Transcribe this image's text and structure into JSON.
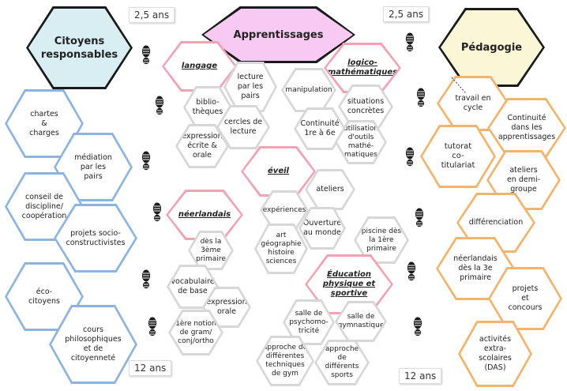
{
  "ages": {
    "left_top": "2,5 ans",
    "right_top": "2,5 ans",
    "left_bottom": "12 ans",
    "right_bottom": "12 ans"
  },
  "headers": {
    "citoyens": "Citoyens responsables",
    "apprentissages": "Apprentissages",
    "pedagogie": "Pédagogie"
  },
  "citoyens_items": {
    "chartes": "chartes & charges",
    "mediation": "médiation par les pairs",
    "conseil": "conseil de discipline/ coopération",
    "projets": "projets socio-constructivistes",
    "eco": "éco-citoyens",
    "cours": "cours philosophiques et de citoyenneté"
  },
  "apprentissages": {
    "langage": {
      "label": "langage",
      "lecture": "lecture par les pairs",
      "bibliotheques": "biblio-thèques",
      "cercles": "cercles de lecture",
      "expression": "expression écrite & orale"
    },
    "logico": {
      "label": "logico-mathématiques",
      "manipulation": "manipulation",
      "situations": "situations concrètes",
      "continuite": "Continuité 1re à 6e",
      "outils": "utilisation d'outils mathé-matiques"
    },
    "eveil": {
      "label": "éveil",
      "ateliers": "ateliers",
      "experiences": "expériences",
      "ouverture": "Ouverture au monde",
      "art": "art géographie histoire sciences"
    },
    "neerlandais": {
      "label": "néerlandais",
      "des3": "dès la 3ème primaire",
      "vocabulaire": "vocabulaire de base",
      "expression": "expression orale",
      "notion": "1ère notion de gram/ conj/ortho"
    },
    "piscine": "piscine dès la 1ère primaire",
    "education": {
      "label": "Éducation physique et sportive",
      "psycho": "salle de psychomo-tricité",
      "gym": "salle de gymnastique",
      "techniques": "approche de différentes techniques de gym",
      "sports": "approche de différents sports"
    }
  },
  "pedagogie_items": {
    "travail": "travail en cycle",
    "continuite": "Continuité dans les apprentissages",
    "tutorat": "tutorat co-titulariat",
    "ateliers": "ateliers en demi-groupe",
    "differenciation": "différenciation",
    "neerlandais": "néerlandais dès la 3e primaire",
    "projets": "projets et concours",
    "activites": "activités extra-scolaires (DAS)"
  },
  "colors": {
    "blue_border": "#8fb3df",
    "orange_border": "#f0b46e",
    "pink_border": "#efa3b3",
    "grey_border": "#d7d7d7"
  }
}
